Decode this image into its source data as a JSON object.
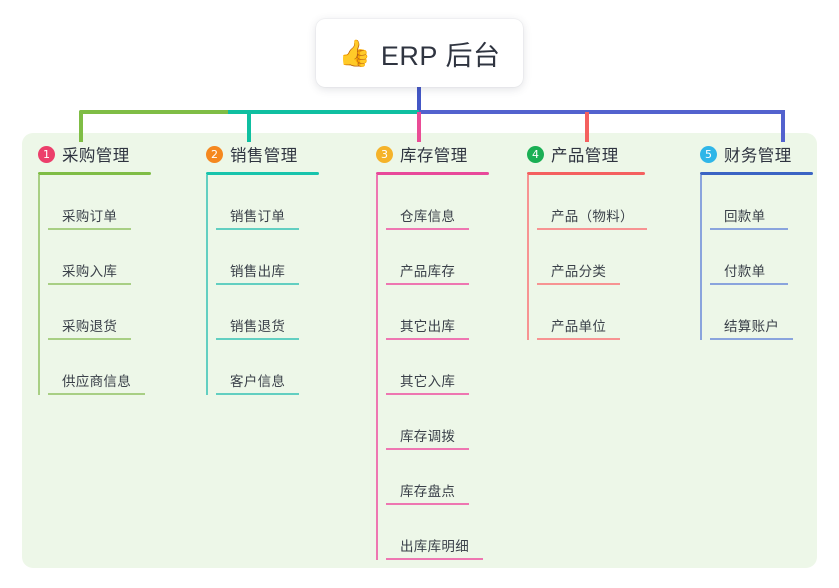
{
  "root": {
    "icon": "thumbs-up-icon",
    "icon_glyph": "👍",
    "title": "ERP 后台"
  },
  "palette": {
    "panel_bg": "#edf7e8",
    "page_bg": "#ffffff",
    "stem": "#4457c6",
    "bus_left": "#7fbd45",
    "bus_mid": "#0fbfa1",
    "bus_right": "#5362ce"
  },
  "columns": [
    {
      "index": "1",
      "title": "采购管理",
      "badge_color": "#ec3f6b",
      "line_color": "#7fbd45",
      "rule_color": "#a8cf84",
      "rule_width": 108,
      "head_rule_width": 113,
      "items": [
        {
          "label": "采购订单",
          "rule_width": 83
        },
        {
          "label": "采购入库",
          "rule_width": 83
        },
        {
          "label": "采购退货",
          "rule_width": 83
        },
        {
          "label": "供应商信息",
          "rule_width": 97
        }
      ]
    },
    {
      "index": "2",
      "title": "销售管理",
      "badge_color": "#f5881f",
      "line_color": "#17c4ac",
      "rule_color": "#62cfc1",
      "rule_width": 108,
      "head_rule_width": 113,
      "items": [
        {
          "label": "销售订单",
          "rule_width": 83
        },
        {
          "label": "销售出库",
          "rule_width": 83
        },
        {
          "label": "销售退货",
          "rule_width": 83
        },
        {
          "label": "客户信息",
          "rule_width": 83
        }
      ]
    },
    {
      "index": "3",
      "title": "库存管理",
      "badge_color": "#f5b32a",
      "line_color": "#e8499a",
      "rule_color": "#ee76b1",
      "rule_width": 108,
      "head_rule_width": 113,
      "items": [
        {
          "label": "仓库信息",
          "rule_width": 83
        },
        {
          "label": "产品库存",
          "rule_width": 83
        },
        {
          "label": "其它出库",
          "rule_width": 83
        },
        {
          "label": "其它入库",
          "rule_width": 83
        },
        {
          "label": "库存调拨",
          "rule_width": 83
        },
        {
          "label": "库存盘点",
          "rule_width": 83
        },
        {
          "label": "出库库明细",
          "rule_width": 97
        }
      ]
    },
    {
      "index": "4",
      "title": "产品管理",
      "badge_color": "#1aaf54",
      "line_color": "#f4605f",
      "rule_color": "#f79392",
      "rule_width": 115,
      "head_rule_width": 118,
      "items": [
        {
          "label": "产品（物料）",
          "rule_width": 110
        },
        {
          "label": "产品分类",
          "rule_width": 83
        },
        {
          "label": "产品单位",
          "rule_width": 83
        }
      ]
    },
    {
      "index": "5",
      "title": "财务管理",
      "badge_color": "#2fb6e8",
      "line_color": "#3b64c4",
      "rule_color": "#8aa4dd",
      "rule_width": 108,
      "head_rule_width": 113,
      "items": [
        {
          "label": "回款单",
          "rule_width": 78
        },
        {
          "label": "付款单",
          "rule_width": 78
        },
        {
          "label": "结算账户",
          "rule_width": 83
        }
      ]
    }
  ]
}
